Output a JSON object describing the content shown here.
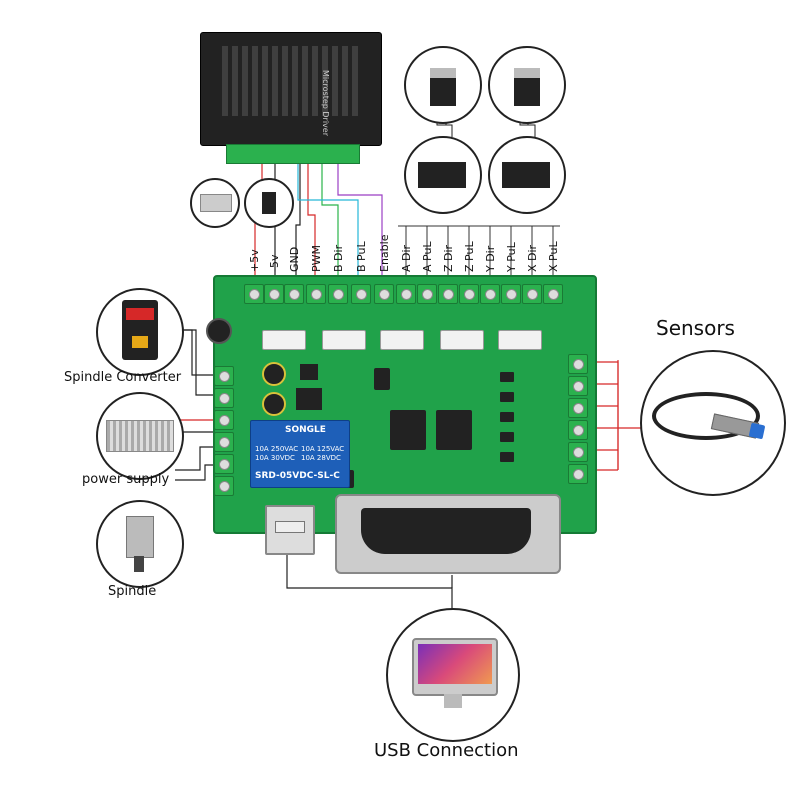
{
  "pins": [
    "+5v",
    "-5v",
    "GND",
    "PWM",
    "B Dir",
    "B PuL",
    "Enable",
    "A Dir",
    "A PuL",
    "Z Dir",
    "Z PuL",
    "Y Dir",
    "Y PuL",
    "X Dir",
    "X PuL"
  ],
  "labels": {
    "spindle_converter": "Spindle Converter",
    "power_supply": "power supply",
    "spindle": "Spindle",
    "sensors": "Sensors",
    "usb": "USB Connection"
  },
  "relay": {
    "brand": "SONGLE",
    "spec_left_1": "10A 250VAC",
    "spec_left_2": "10A 30VDC",
    "spec_right_1": "10A 125VAC",
    "spec_right_2": "10A 28VDC",
    "model": "SRD-05VDC-SL-C"
  },
  "driver_title": "Microstep Driver",
  "colors": {
    "board": "#20a24a",
    "relay": "#1e5fb8",
    "wire_red": "#d62828",
    "wire_black": "#222222",
    "wire_green": "#2ab34a",
    "wire_cyan": "#26b7d8",
    "wire_purple": "#9b3fc4"
  }
}
